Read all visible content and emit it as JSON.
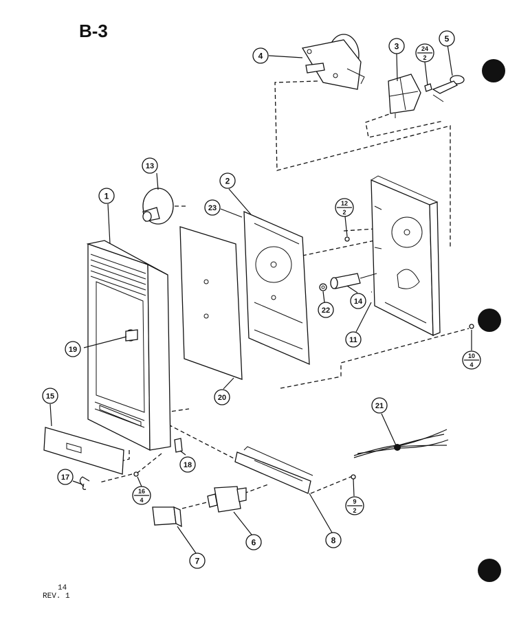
{
  "title": "B-3",
  "footer": {
    "page_number": "14",
    "revision": "REV. 1"
  },
  "callouts": {
    "c1": "1",
    "c2": "2",
    "c3": "3",
    "c4": "4",
    "c5": "5",
    "c6": "6",
    "c7": "7",
    "c8": "8",
    "c11": "11",
    "c13": "13",
    "c14": "14",
    "c15": "15",
    "c17": "17",
    "c18": "18",
    "c19": "19",
    "c20": "20",
    "c21": "21",
    "c22": "22",
    "c23": "23",
    "c24_top": "24",
    "c24_bot": "2",
    "c12_top": "12",
    "c12_bot": "2",
    "c10_top": "10",
    "c10_bot": "4",
    "c16_top": "16",
    "c16_bot": "4",
    "c9_top": "9",
    "c9_bot": "2"
  }
}
